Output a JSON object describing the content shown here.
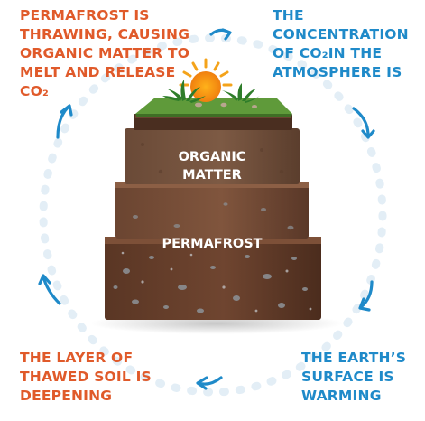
{
  "steps": {
    "top_left": "PERMAFROST IS\nTHRAWING, CAUSING\nORGANIC MATTER TO\nMELT AND RELEASE\nCO₂",
    "top_right": "THE\nCONCENTRATION\nOF CO₂IN THE\nATMOSPHERE IS",
    "bottom_right": "THE EARTH’S\nSURFACE IS\nWARMING",
    "bottom_left": "THE LAYER OF\nTHAWED SOIL IS\nDEEPENING"
  },
  "layers": {
    "organic": "ORGANIC\nMATTER",
    "permafrost": "PERMAFROST"
  },
  "colors": {
    "accent_orange": "#e05a2a",
    "accent_blue": "#1f8ac9",
    "cycle_dots": "#e3eef6"
  },
  "icons": [
    "sun-icon",
    "plant-icon",
    "cycle-arrow-icon"
  ]
}
